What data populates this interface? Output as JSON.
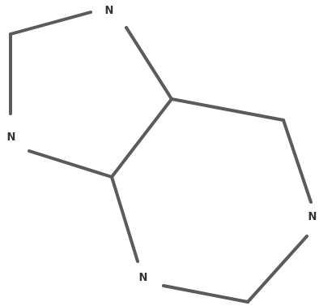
{
  "molecule": {
    "atoms": [
      {
        "id": "n1",
        "label": "N"
      },
      {
        "id": "n2",
        "label": "N"
      },
      {
        "id": "n3",
        "label": "N"
      },
      {
        "id": "n4",
        "label": "N"
      }
    ]
  },
  "colors": {
    "bond": "#5b5b5b",
    "label": "#333333",
    "background": "#ffffff"
  }
}
